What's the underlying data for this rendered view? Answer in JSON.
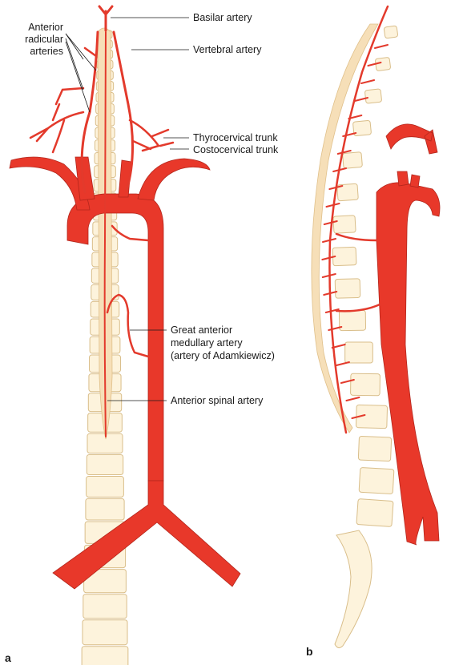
{
  "panels": {
    "a": "a",
    "b": "b"
  },
  "labels": {
    "anterior_radicular": [
      "Anterior",
      "radicular",
      "arteries"
    ],
    "basilar": "Basilar artery",
    "vertebral": "Vertebral artery",
    "thyrocervical": "Thyrocervical trunk",
    "costocervical": "Costocervical trunk",
    "great_anterior": [
      "Great anterior",
      "medullary artery",
      "(artery of Adamkiewicz)"
    ],
    "anterior_spinal": "Anterior spinal artery"
  },
  "colors": {
    "artery": "#e8382a",
    "bone": "#fdf3dc",
    "bone_outline": "#d9be8a"
  }
}
